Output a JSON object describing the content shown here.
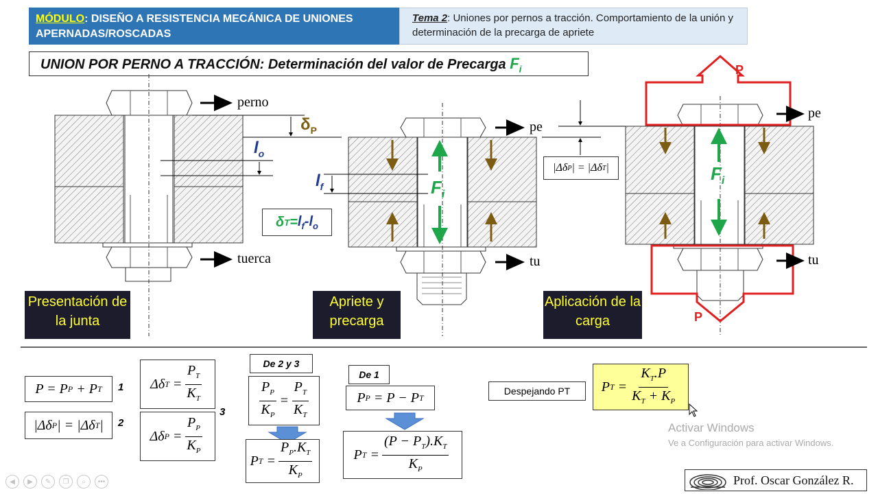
{
  "header": {
    "module_label": "MÓDULO",
    "module_text": ": DISEÑO A RESISTENCIA MECÁNICA DE UNIONES APERNADAS/ROSCADAS",
    "tema_label": "Tema 2",
    "tema_text": ": Uniones por pernos a tracción. Comportamiento de la unión y determinación de la precarga de apriete"
  },
  "title": {
    "main": "UNION POR PERNO A TRACCIÓN: Determinación del valor de Precarga ",
    "symbol": "F",
    "subscript": "i"
  },
  "figures": {
    "fig1": {
      "perno": "perno",
      "tuerca": "tuerca",
      "delta_p": "δ",
      "delta_p_sub": "P",
      "lo": "l",
      "lo_sub": "o",
      "caption": "Presentación de la junta"
    },
    "fig2": {
      "pe": "pe",
      "tu": "tu",
      "lf": "l",
      "lf_sub": "f",
      "fi": "F",
      "fi_sub": "i",
      "caption": "Apriete y precarga"
    },
    "fig3": {
      "pe": "pe",
      "tu": "tu",
      "fi": "F",
      "fi_sub": "i",
      "p_top": "P",
      "p_bottom": "P",
      "caption": "Aplicación de la carga"
    },
    "delta_t_box": "δT=lf-lo",
    "equal_box": "|ΔδP| = |ΔδT|"
  },
  "equations": {
    "eq1": "P = PP + PT",
    "eq1_num": "1",
    "eq2": "|ΔδP| = |ΔδT|",
    "eq2_num": "2",
    "eq3_num": "3",
    "de23": "De 2 y 3",
    "de1": "De 1",
    "eq_pp": "PP = P − PT",
    "despejando": "Despejando PT"
  },
  "watermark": {
    "line1": "Activar Windows",
    "line2": "Ve a Configuración para activar Windows."
  },
  "footer": {
    "professor": "Prof. Oscar González R."
  },
  "colors": {
    "header_blue": "#2e75b6",
    "header_light": "#deebf7",
    "green": "#1fa64a",
    "brown": "#7b5c12",
    "red": "#e02020",
    "navy": "#1f3a93",
    "caption_bg": "#1c1c2c",
    "caption_text": "#ffff33",
    "highlight": "#ffff99"
  },
  "nav_icons": [
    "prev-icon",
    "next-icon",
    "pen-icon",
    "copy-icon",
    "search-icon",
    "more-icon"
  ]
}
